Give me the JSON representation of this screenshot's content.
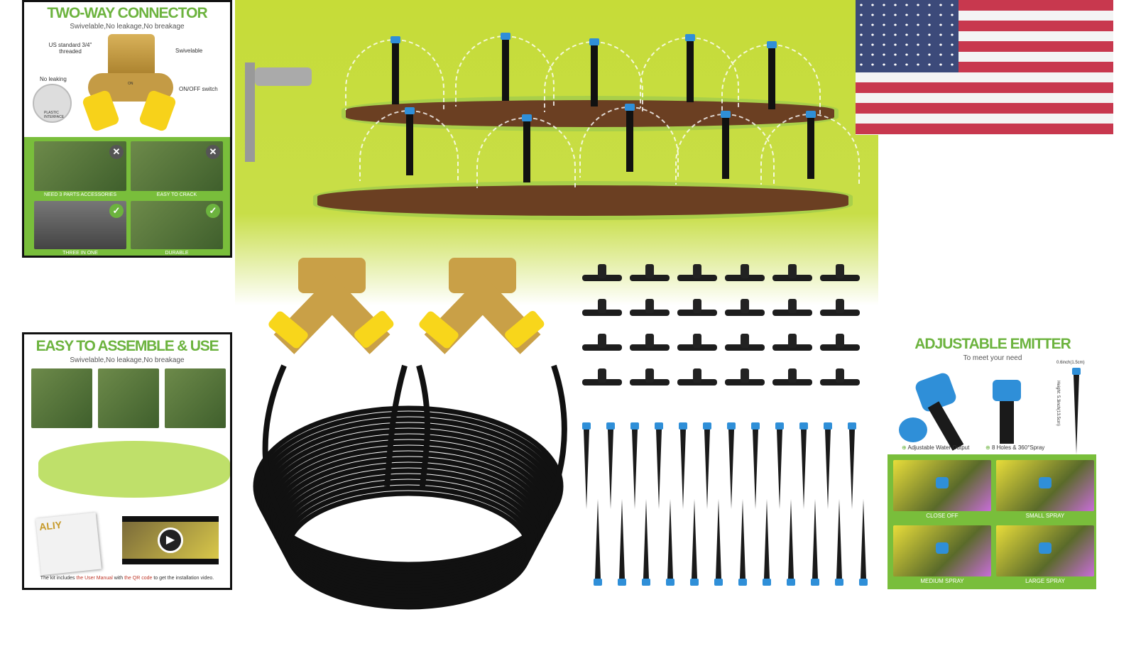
{
  "connector_panel": {
    "title": "TWO-WAY CONNECTOR",
    "subtitle": "Swivelable,No leakage,No breakage",
    "callouts": [
      "US standard 3/4\" threaded",
      "Swivelable",
      "No leaking",
      "ON/OFF switch",
      "PLASTIC INTERFACE"
    ],
    "valve_marking": "ON",
    "comparisons": [
      {
        "caption": "NEED 3 PARTS ACCESSORIES",
        "mark": "cross"
      },
      {
        "caption": "EASY TO CRACK",
        "mark": "cross"
      },
      {
        "caption": "THREE IN ONE",
        "mark": "check"
      },
      {
        "caption": "DURABLE",
        "mark": "check"
      }
    ]
  },
  "assemble_panel": {
    "title": "EASY TO ASSEMBLE & USE",
    "subtitle": "Swivelable,No leakage,No breakage",
    "manual_logo": "ALIY",
    "footer_parts": [
      "The kit includes ",
      "the User Manual",
      " with ",
      "the QR code",
      " to get the installation video."
    ]
  },
  "emitter_panel": {
    "title": "ADJUSTABLE EMITTER",
    "subtitle": "To meet your need",
    "features": [
      "Adjustable Water Output",
      "8 Holes & 360°Spray"
    ],
    "dimension_width": "0.6inch(1.5cm)",
    "dimension_height": "Height: 5.3inch(13.5cm)",
    "modes": [
      "CLOSE OFF",
      "SMALL SPRAY",
      "MEDIUM SPRAY",
      "LARGE SPRAY"
    ]
  },
  "colors": {
    "accent_green": "#6cb33e",
    "lime_bg": "#c8dc3a",
    "emitter_blue": "#2f8fd8",
    "manual_red": "#c0392b"
  },
  "icons": [
    "us-flag",
    "faucet",
    "brass-y-valve",
    "hose-coil",
    "tee-connector",
    "drip-stake",
    "play-icon",
    "check-icon",
    "cross-icon"
  ]
}
